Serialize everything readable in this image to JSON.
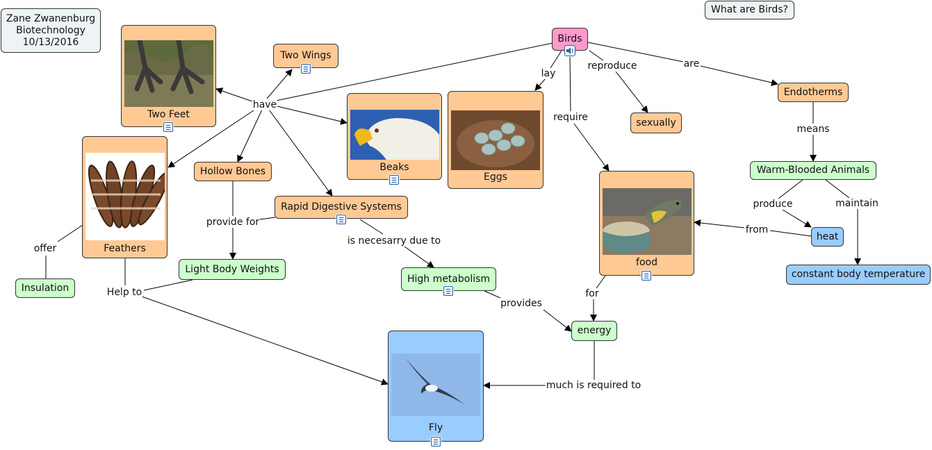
{
  "author_box": {
    "line1": "Zane Zwanenburg",
    "line2": "Biotechnology",
    "line3": "10/13/2016"
  },
  "question": "What are Birds?",
  "colors": {
    "concept_orange": "#ffc994",
    "concept_green": "#ccffcc",
    "concept_blue": "#99ccff",
    "root_pink": "#ff99cc",
    "note_grey": "#eef3f5",
    "resource_icon": "#2b5f9e"
  },
  "concepts": {
    "birds": "Birds",
    "two_wings": "Two Wings",
    "two_feet": "Two Feet",
    "feathers": "Feathers",
    "hollow_bones": "Hollow Bones",
    "rapid_digestive_systems": "Rapid Digestive Systems",
    "beaks": "Beaks",
    "eggs": "Eggs",
    "sexually": "sexually",
    "endotherms": "Endotherms",
    "warm_blooded_animals": "Warm-Blooded Animals",
    "heat": "heat",
    "constant_body_temperature": "constant body temperature",
    "food": "food",
    "energy": "energy",
    "light_body_weights": "Light Body Weights",
    "high_metabolism": "High metabolism",
    "insulation": "Insulation",
    "fly": "Fly"
  },
  "linking_phrases": {
    "have": "have",
    "lay": "lay",
    "reproduce": "reproduce",
    "are": "are",
    "require": "require",
    "means": "means",
    "produce": "produce",
    "maintain": "maintain",
    "from": "from",
    "for": "for",
    "provide_for": "provide for",
    "is_necessary_due_to": "is necesarry due to",
    "provides": "provides",
    "much_is_required_to": "much is required to",
    "offer": "offer",
    "help_to": "Help to"
  },
  "icons": {
    "audio": "speaker-icon",
    "resource": "document-icon",
    "arrowhead": "arrowhead-icon"
  }
}
